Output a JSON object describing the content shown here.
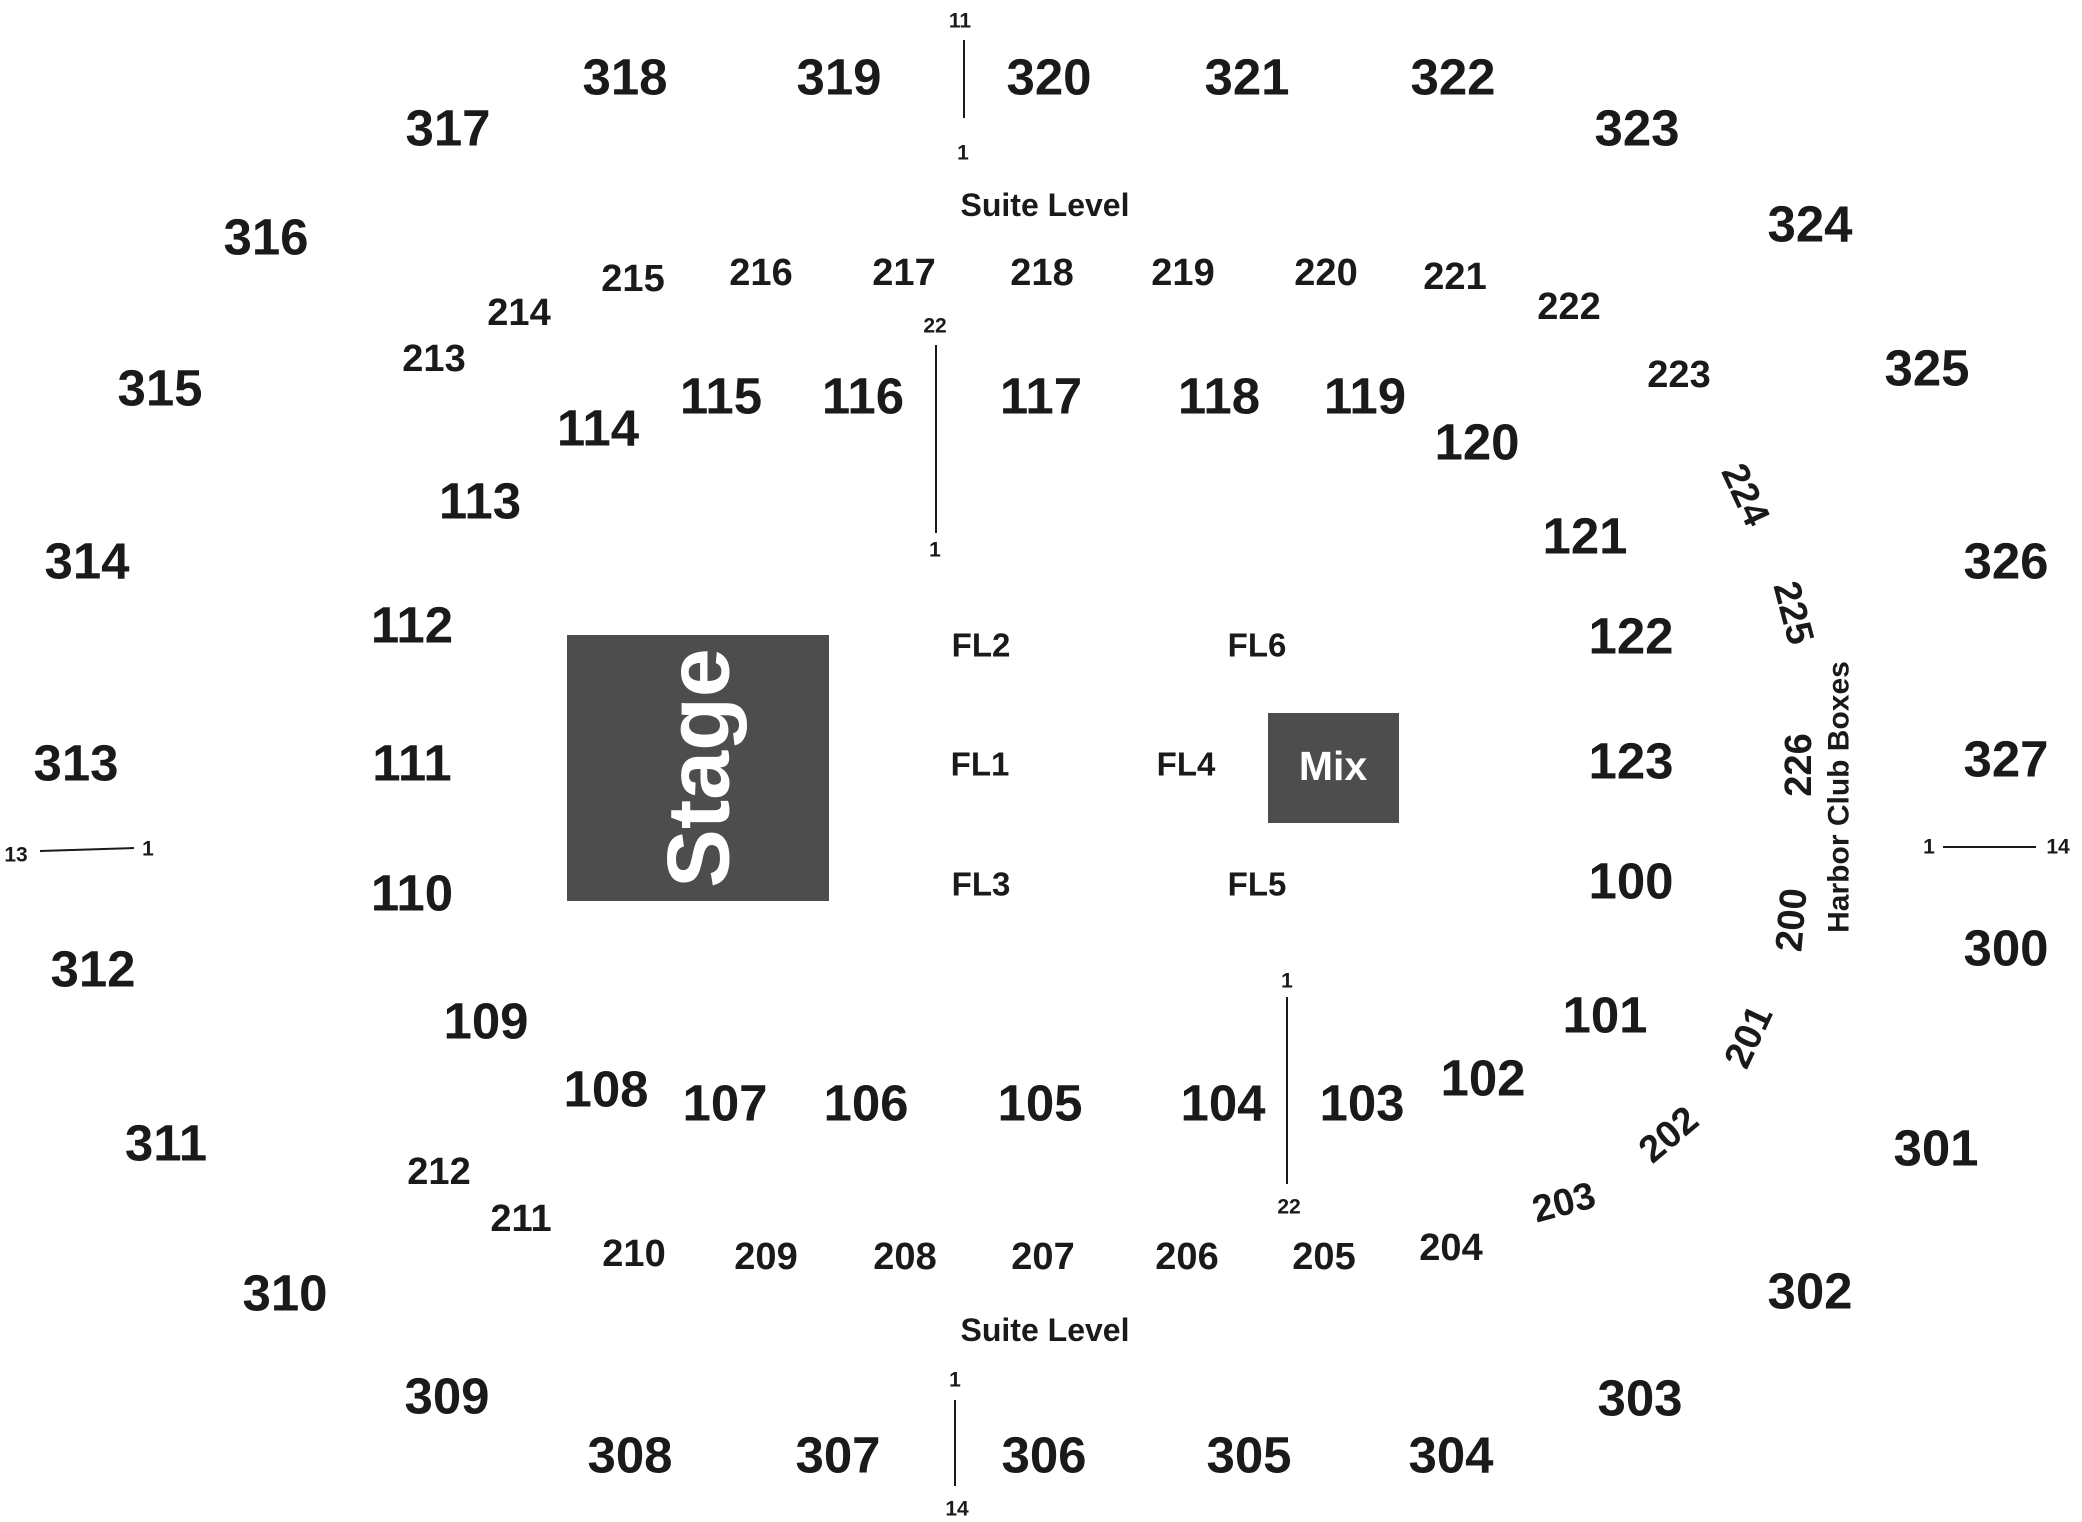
{
  "colors": {
    "background": "#ffffff",
    "text": "#1a1a1a",
    "block": "#4d4d4d",
    "block_text": "#ffffff"
  },
  "stage_label": "Stage",
  "mix_label": "Mix",
  "suite_level_label": "Suite Level",
  "harbor_club_label": "Harbor Club Boxes",
  "sections_300": [
    "318",
    "319",
    "320",
    "321",
    "322",
    "317",
    "323",
    "316",
    "324",
    "315",
    "325",
    "314",
    "326",
    "313",
    "327",
    "312",
    "300",
    "311",
    "301",
    "310",
    "302",
    "309",
    "303",
    "308",
    "307",
    "306",
    "305",
    "304"
  ],
  "sections_200": [
    "216",
    "217",
    "218",
    "219",
    "220",
    "215",
    "221",
    "214",
    "222",
    "213",
    "223",
    "224",
    "225",
    "226",
    "200",
    "201",
    "202",
    "212",
    "211",
    "210",
    "209",
    "208",
    "207",
    "206",
    "205",
    "204",
    "203"
  ],
  "sections_100": [
    "115",
    "116",
    "117",
    "118",
    "119",
    "114",
    "120",
    "113",
    "121",
    "112",
    "122",
    "111",
    "123",
    "110",
    "100",
    "109",
    "101",
    "108",
    "107",
    "106",
    "105",
    "104",
    "103",
    "102"
  ],
  "floor_sections": [
    "FL2",
    "FL6",
    "FL1",
    "FL4",
    "FL3",
    "FL5"
  ],
  "row_markers": [
    "11",
    "1",
    "22",
    "1",
    "13",
    "1",
    "1",
    "14",
    "1",
    "22",
    "1",
    "14"
  ]
}
